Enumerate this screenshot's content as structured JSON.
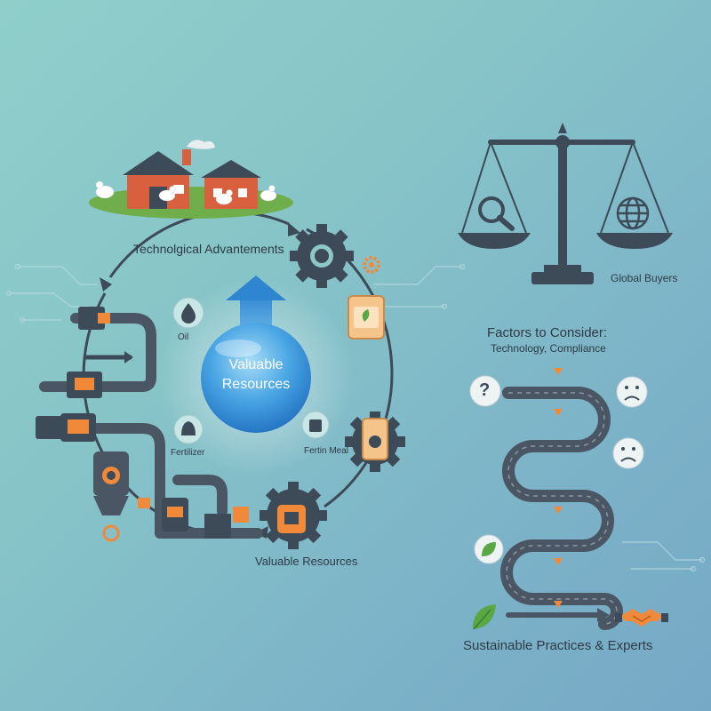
{
  "labels": {
    "tech_advantages": "Technolgical Advantements",
    "center_line1": "Valuable",
    "center_line2": "Resources",
    "oil": "Oil",
    "fertilizer": "Fertilizer",
    "fertin_meal": "Fertin Meal",
    "valuable_resources": "Valuable Resources",
    "global_buyers": "Global Buyers",
    "factors_title": "Factors to Consider:",
    "factors_sub": "Technology, Compliance",
    "sustainable": "Sustainable Practices & Experts"
  },
  "colors": {
    "gear": "#3d4a57",
    "pipe": "#4a5663",
    "accent_orange": "#f08a3a",
    "barn_red": "#d9603f",
    "sphere_blue": "#2f8fd6",
    "leaf_green": "#5aa845"
  }
}
